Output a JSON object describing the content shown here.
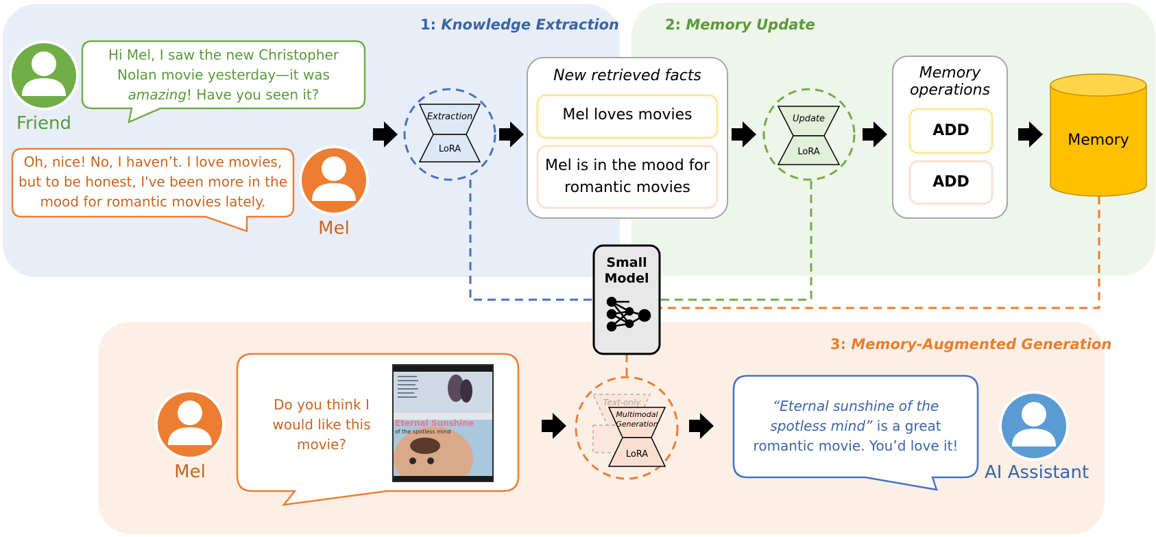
{
  "panels": {
    "extraction": {
      "num": "1:",
      "name": "Knowledge Extraction",
      "color": "#3a64a8"
    },
    "update": {
      "num": "2:",
      "name": "Memory Update",
      "color": "#5a9a3a"
    },
    "generation": {
      "num": "3:",
      "name": "Memory-Augmented Generation",
      "color": "#e8802e"
    }
  },
  "conversation": {
    "friend_label": "Friend",
    "friend_msg": {
      "before": "Hi Mel, I saw the new Christopher Nolan movie yesterday—it was ",
      "emph": "amazing",
      "after": "! Have you seen it?"
    },
    "mel_label": "Mel",
    "mel_msg": "Oh, nice! No, I haven’t. I love movies, but to be honest, I've been more in the mood for romantic movies lately."
  },
  "extraction_adapter": {
    "top": "Extraction",
    "bottom": "LoRA"
  },
  "facts": {
    "title": "New retrieved facts",
    "items": [
      "Mel loves movies",
      "Mel is in the mood for romantic movies"
    ]
  },
  "update_adapter": {
    "top": "Update",
    "bottom": "LoRA"
  },
  "operations": {
    "title": "Memory operations",
    "items": [
      "ADD",
      "ADD"
    ]
  },
  "memory": {
    "label": "Memory"
  },
  "small_model": {
    "label": "Small Model"
  },
  "generation": {
    "user_label": "Mel",
    "question": "Do you think I would like this movie?",
    "poster_title": "Eternal Sunshine",
    "poster_subtitle": "of the spotless mind",
    "adapter": {
      "ghost": "Text-only",
      "top": "Multimodal Generation",
      "bottom": "LoRA"
    },
    "answer": {
      "emph": "“Eternal sunshine of the spotless mind”",
      "rest": " is a great romantic movie. You’d love it!"
    },
    "assistant_label": "AI Assistant"
  },
  "colors": {
    "friend": "#70ad47",
    "mel": "#ed7d31",
    "assistant": "#5b9bd5",
    "extraction_line": "#4472c4",
    "update_line": "#70ad47",
    "memory_line": "#ed7d31",
    "memory_fill": "#ffc000",
    "fact_yellow": "#ffe699",
    "fact_peach": "#fbe0d2"
  }
}
